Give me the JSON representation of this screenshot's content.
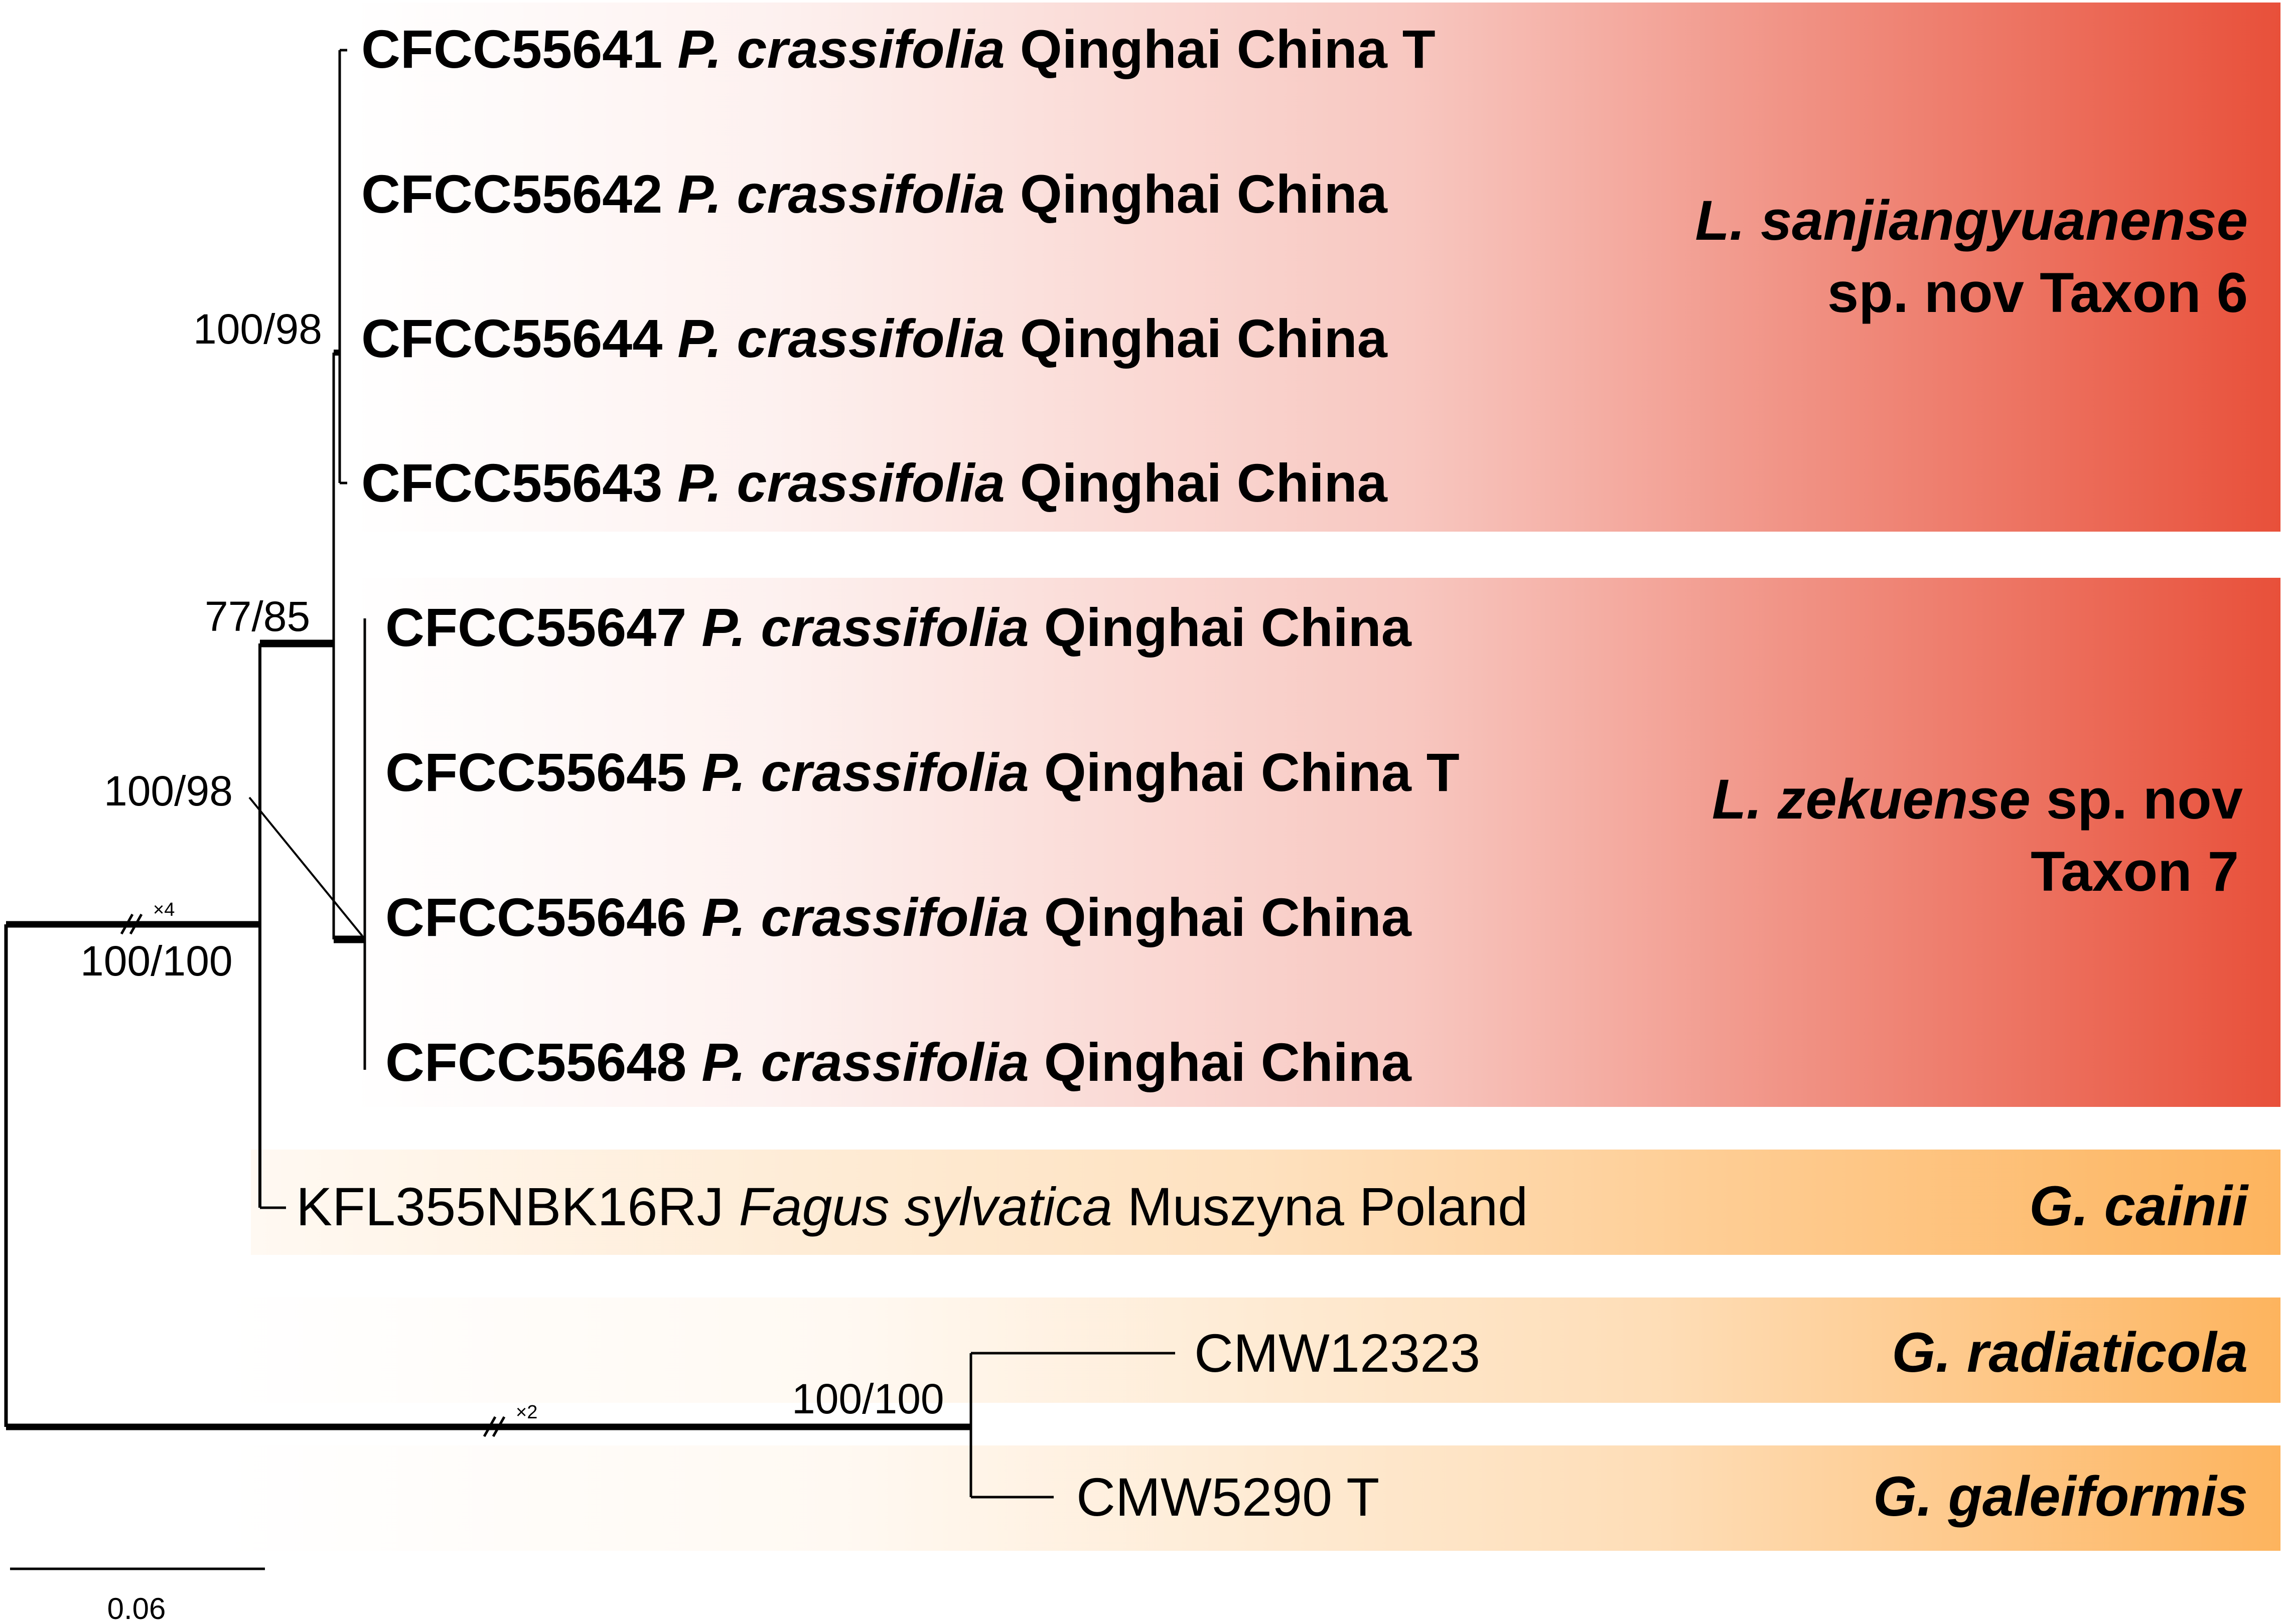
{
  "taxa": [
    {
      "code": "CFCC55641",
      "host": "P. crassifolia",
      "place": "Qinghai China",
      "suffix": " T"
    },
    {
      "code": "CFCC55642",
      "host": "P. crassifolia",
      "place": "Qinghai China",
      "suffix": ""
    },
    {
      "code": "CFCC55644",
      "host": "P. crassifolia",
      "place": "Qinghai China",
      "suffix": ""
    },
    {
      "code": "CFCC55643",
      "host": "P. crassifolia",
      "place": "Qinghai China",
      "suffix": ""
    },
    {
      "code": "CFCC55647",
      "host": "P. crassifolia",
      "place": "Qinghai China",
      "suffix": ""
    },
    {
      "code": "CFCC55645",
      "host": "P. crassifolia",
      "place": "Qinghai China",
      "suffix": " T"
    },
    {
      "code": "CFCC55646",
      "host": "P. crassifolia",
      "place": "Qinghai China",
      "suffix": ""
    },
    {
      "code": "CFCC55648",
      "host": "P. crassifolia",
      "place": "Qinghai China",
      "suffix": ""
    },
    {
      "code": "KFL355NBK16RJ",
      "host": "Fagus sylvatica",
      "place": "Muszyna Poland",
      "suffix": ""
    },
    {
      "code": "CMW12323",
      "host": "",
      "place": "",
      "suffix": ""
    },
    {
      "code": "CMW5290 T",
      "host": "",
      "place": "",
      "suffix": ""
    }
  ],
  "clades": {
    "taxon6": {
      "italic": "L. sanjiangyuanense",
      "line2": "sp. nov Taxon 6",
      "color": "#e8503a"
    },
    "taxon7": {
      "italic": "L. zekuense",
      "rest": " sp. nov",
      "line2": "Taxon 7",
      "color": "#e8503a"
    },
    "cainii": {
      "name": "G. cainii",
      "color": "#fdb96a"
    },
    "radiaticola": {
      "name": "G. radiaticola",
      "color": "#fdb45e"
    },
    "galeiformis": {
      "name": "G. galeiformis",
      "color": "#fdb45e"
    }
  },
  "support": {
    "taxon6_node": "100/98",
    "taxon6_stem": "77/85",
    "taxon7_node": "100/98",
    "main_node": "100/100",
    "outgroup_node": "100/100"
  },
  "branch_multipliers": {
    "main_stem": "×4",
    "outgroup_stem": "×2"
  },
  "scale_bar": {
    "label": "0.06"
  },
  "colors": {
    "line": "#000000",
    "red_band": "#e8503a",
    "orange_band": "#fdb45e"
  }
}
